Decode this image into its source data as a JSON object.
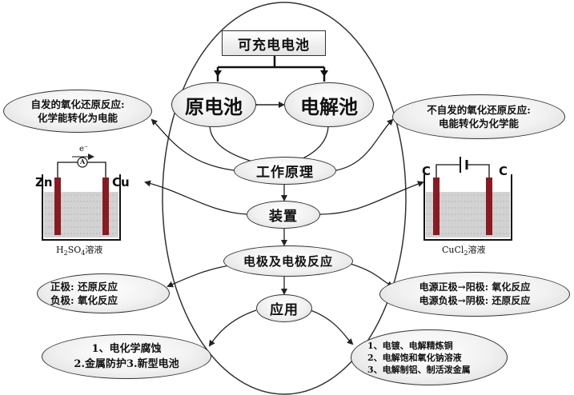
{
  "top_box": "可充电电池",
  "galvanic": "原电池",
  "electrolytic": "电解池",
  "principle": "工作原理",
  "device": "装置",
  "electrode": "电极及电极反应",
  "application": "应用",
  "galvanic_principle": [
    "自发的氧化还原反应:",
    "化学能转化为电能"
  ],
  "electrolytic_principle": [
    "不自发的氧化还原反应:",
    "电能转化为化学能"
  ],
  "galvanic_electrodes": [
    "正极: 还原反应",
    "负极: 氧化反应"
  ],
  "electrolytic_electrodes": [
    "电源正极→阳极: 氧化反应",
    "电源负极→阴极: 还原反应"
  ],
  "galvanic_apps": [
    "1、电化学腐蚀",
    "2.金属防护3.新型电池"
  ],
  "electrolytic_apps": [
    "1、电镀、电解精炼铜",
    "2、电解饱和氧化钠溶液",
    "3、电解制铝、制活泼金属"
  ],
  "galvanic_cell": {
    "left_electrode": "Zn",
    "right_electrode": "Cu",
    "electron": "e⁻",
    "meter": "A",
    "caption_main": "H",
    "caption_sub1": "2",
    "caption_mid": "SO",
    "caption_sub2": "4",
    "caption_tail": "溶液"
  },
  "electrolytic_cell": {
    "left_electrode": "C",
    "right_electrode": "C",
    "caption_main": "CuCl",
    "caption_sub": "2",
    "caption_tail": "溶液"
  },
  "colors": {
    "electrode": "#8a1a22",
    "liquid": "#c8c8c8",
    "line": "#222222"
  }
}
